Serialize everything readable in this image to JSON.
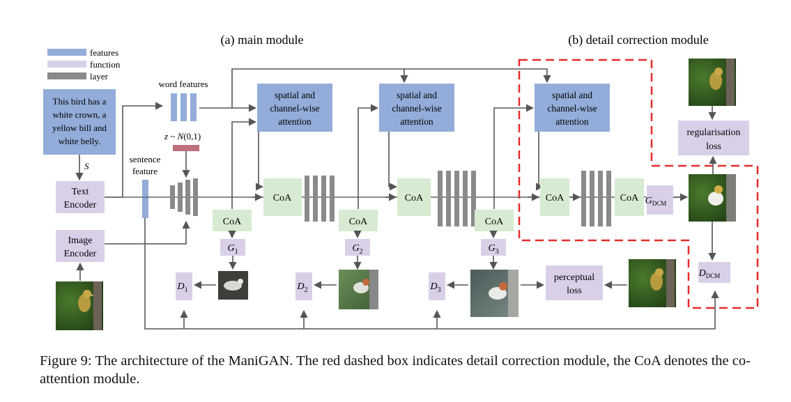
{
  "headings": {
    "main": "(a) main module",
    "detail": "(b) detail correction module"
  },
  "legend": {
    "features": "features",
    "function": "function",
    "layer": "layer"
  },
  "colors": {
    "features": "#93acd9",
    "function": "#d9d0e8",
    "layer": "#8a8a8a",
    "coa": "#d7ebd2",
    "noise": "#c0707c",
    "dashed_box": "#e62a2a",
    "arrow": "#555555"
  },
  "text_input": {
    "lines": [
      "This bird has a",
      "white crown, a",
      "yellow bill and",
      "white belly."
    ],
    "s_label": "S"
  },
  "encoders": {
    "text": [
      "Text",
      "Encoder"
    ],
    "image": [
      "Image",
      "Encoder"
    ]
  },
  "labels": {
    "word_features": "word features",
    "sentence_feature": [
      "sentence",
      "feature"
    ],
    "noise_prefix": "z ~ ",
    "noise_dist": "N",
    "noise_params": "(0,1)"
  },
  "attention": {
    "lines": [
      "spatial and",
      "channel-wise",
      "attention"
    ]
  },
  "coa_label": "CoA",
  "generators": [
    "G",
    "G",
    "G"
  ],
  "generator_subs": [
    "1",
    "2",
    "3"
  ],
  "discriminators": [
    "D",
    "D",
    "D"
  ],
  "discriminator_subs": [
    "1",
    "2",
    "3"
  ],
  "dcm": {
    "g_main": "G",
    "g_sub": "DCM",
    "d_main": "D",
    "d_sub": "DCM",
    "reg_loss": [
      "regularisation",
      "loss"
    ],
    "perc_loss": [
      "perceptual",
      "loss"
    ]
  },
  "image_icons": [
    "bird-input-image",
    "bird-output-1",
    "bird-output-2",
    "bird-output-3",
    "bird-reference-image",
    "bird-dcm-output",
    "bird-reg-reference"
  ],
  "caption": "Figure 9: The architecture of the ManiGAN. The red dashed box indicates detail correction module, the CoA denotes the co-attention module."
}
